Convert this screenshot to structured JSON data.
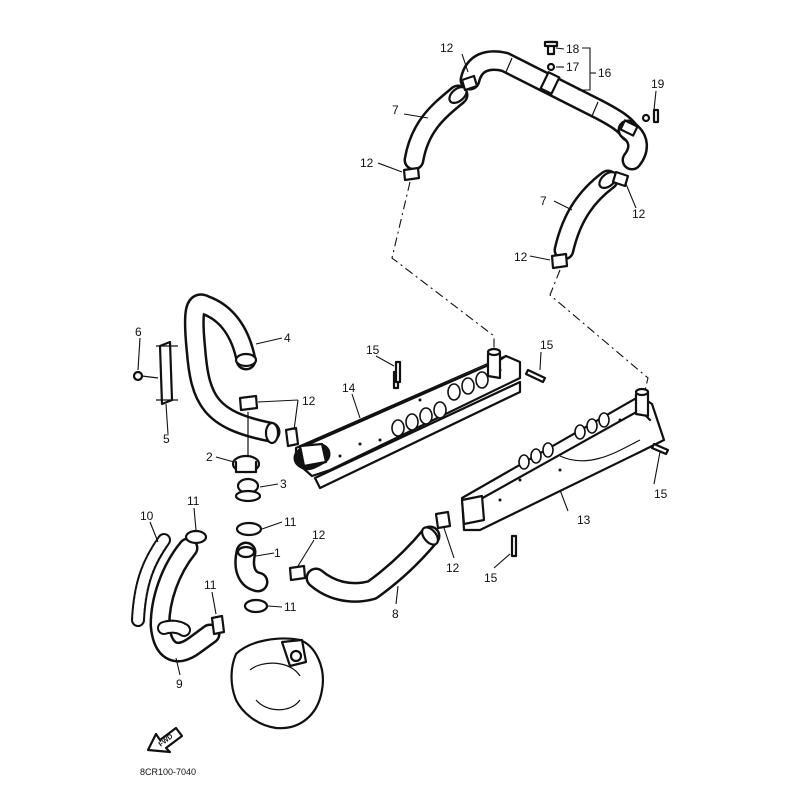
{
  "diagram": {
    "code": "8CR100-7040",
    "fwd_label": "FWD",
    "callouts": {
      "c1": "1",
      "c2": "2",
      "c3": "3",
      "c4": "4",
      "c5": "5",
      "c6": "6",
      "c7a": "7",
      "c7b": "7",
      "c8": "8",
      "c9": "9",
      "c10": "10",
      "c11a": "11",
      "c11b": "11",
      "c11c": "11",
      "c11d": "11",
      "c12a": "12",
      "c12b": "12",
      "c12c": "12",
      "c12d": "12",
      "c12e": "12",
      "c12f": "12",
      "c12g": "12",
      "c13": "13",
      "c14": "14",
      "c15a": "15",
      "c15b": "15",
      "c15c": "15",
      "c15d": "15",
      "c16": "16",
      "c17": "17",
      "c18": "18",
      "c19": "19"
    }
  }
}
